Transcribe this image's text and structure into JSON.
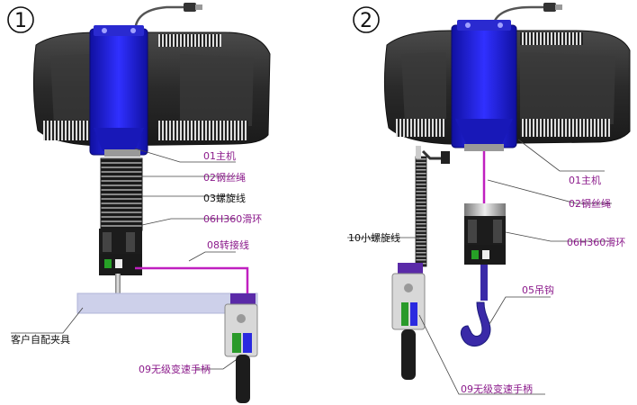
{
  "panel1": {
    "number": "1",
    "labels": {
      "main_unit": "01主机",
      "wire_rope": "02钢丝绳",
      "spiral_wire": "03螺旋线",
      "slip_ring": "06H360滑环",
      "adapter_cable": "08转接线",
      "customer_fixture": "客户自配夹具",
      "handle": "09无级变速手柄"
    }
  },
  "panel2": {
    "number": "2",
    "labels": {
      "main_unit": "01主机",
      "wire_rope": "02钢丝绳",
      "small_spiral": "10小螺旋线",
      "slip_ring": "06H360滑环",
      "hook": "05吊钩",
      "handle": "09无级变速手柄"
    }
  },
  "colors": {
    "body_dark": "#2c2c2c",
    "body_blue": "#1e1ee0",
    "label_purple": "#8b1a8b",
    "rope_magenta": "#c020c0",
    "fixture": "#cdd0ea"
  }
}
